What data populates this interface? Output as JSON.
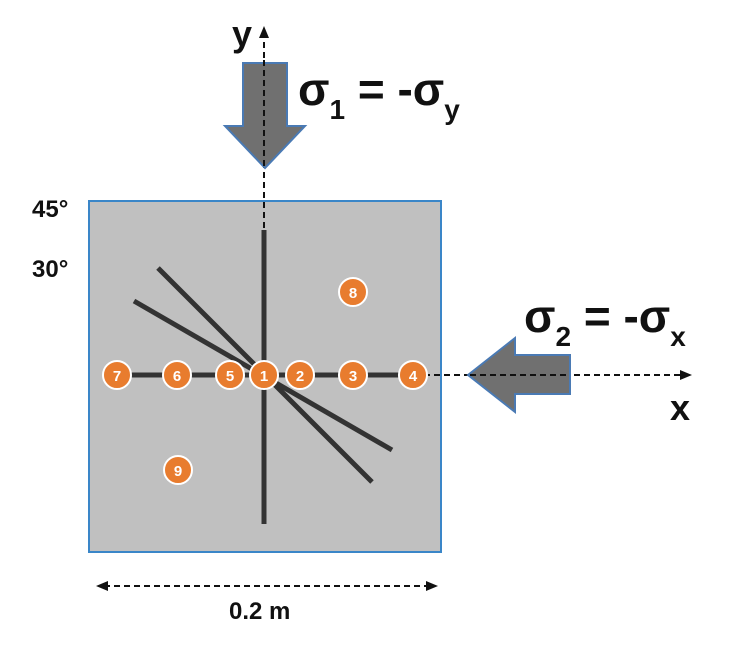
{
  "labels": {
    "y_axis": "y",
    "x_axis": "x",
    "sigma1_symbol": "σ",
    "sigma1_sub": "1",
    "sigma1_eq": " = -σ",
    "sigma1_eq_sub": "y",
    "sigma2_symbol": "σ",
    "sigma2_sub": "2",
    "sigma2_eq": " = -σ",
    "sigma2_eq_sub": "x",
    "angle_45": "45°",
    "angle_30": "30°",
    "dimension": "0.2 m"
  },
  "points": [
    {
      "label": "1"
    },
    {
      "label": "2"
    },
    {
      "label": "3"
    },
    {
      "label": "4"
    },
    {
      "label": "5"
    },
    {
      "label": "6"
    },
    {
      "label": "7"
    },
    {
      "label": "8"
    },
    {
      "label": "9"
    }
  ],
  "colors": {
    "plate_fill": "#c0c0c0",
    "plate_border": "#3a86c8",
    "crack": "#333333",
    "arrow_fill": "#707070",
    "arrow_border": "#4a7ab4",
    "point_fill": "#e87c2e",
    "point_border": "#ffffff"
  }
}
